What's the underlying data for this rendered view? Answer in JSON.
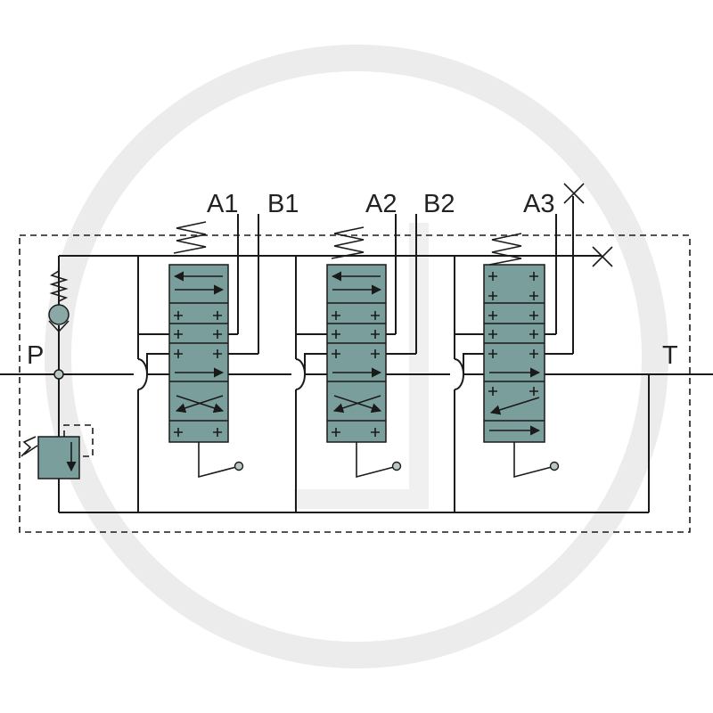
{
  "labels": {
    "pressure_port": "P",
    "tank_port": "T",
    "sections": [
      {
        "a_port": "A1",
        "b_port": "B1"
      },
      {
        "a_port": "A2",
        "b_port": "B2"
      },
      {
        "a_port": "A3"
      }
    ]
  },
  "colors": {
    "valve_body": "#7a9e9b",
    "line": "#1a1a1a",
    "watermark": "#ececec",
    "check_ball": "#8aa8a6"
  }
}
